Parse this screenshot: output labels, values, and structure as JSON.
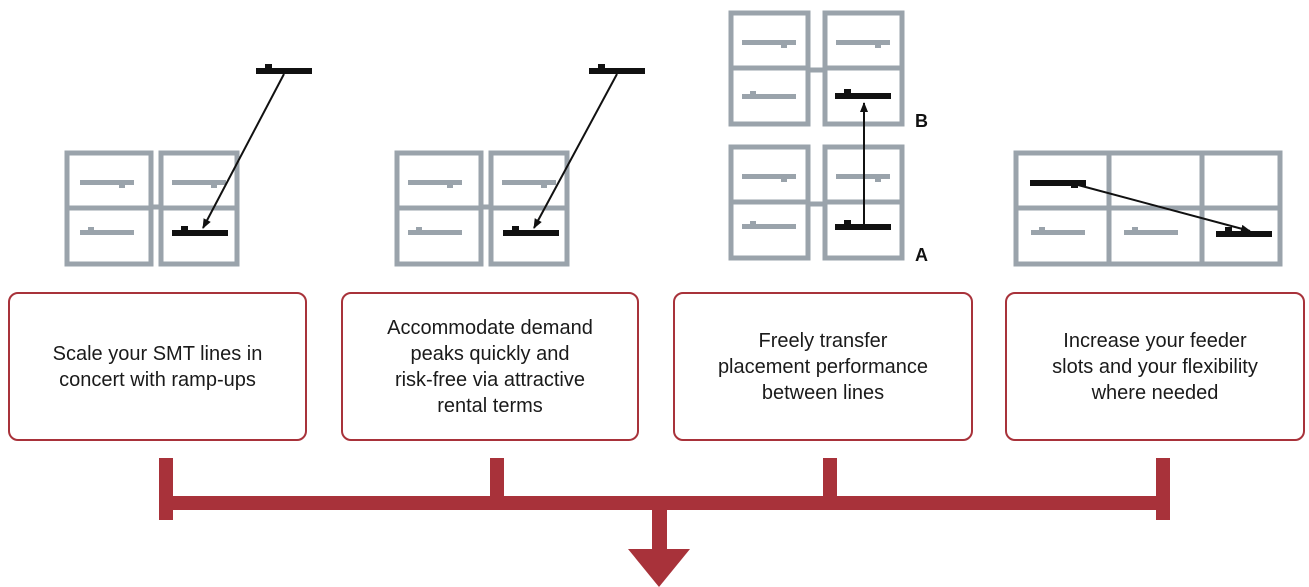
{
  "colors": {
    "module_frame": "#9aa3ab",
    "feeder_gray": "#9aa3ab",
    "feeder_active": "#111111",
    "flow": "#a8323a"
  },
  "benefits": [
    {
      "text": "Scale your SMT lines in\nconcert with ramp-ups"
    },
    {
      "text": "Accommodate demand\npeaks quickly and\nrisk-free via attractive\nrental terms"
    },
    {
      "text": "Freely transfer\nplacement performance\nbetween lines"
    },
    {
      "text": "Increase your feeder\nslots and your flexibility\nwhere needed"
    }
  ],
  "markers": {
    "line_a": "A",
    "line_b": "B"
  }
}
